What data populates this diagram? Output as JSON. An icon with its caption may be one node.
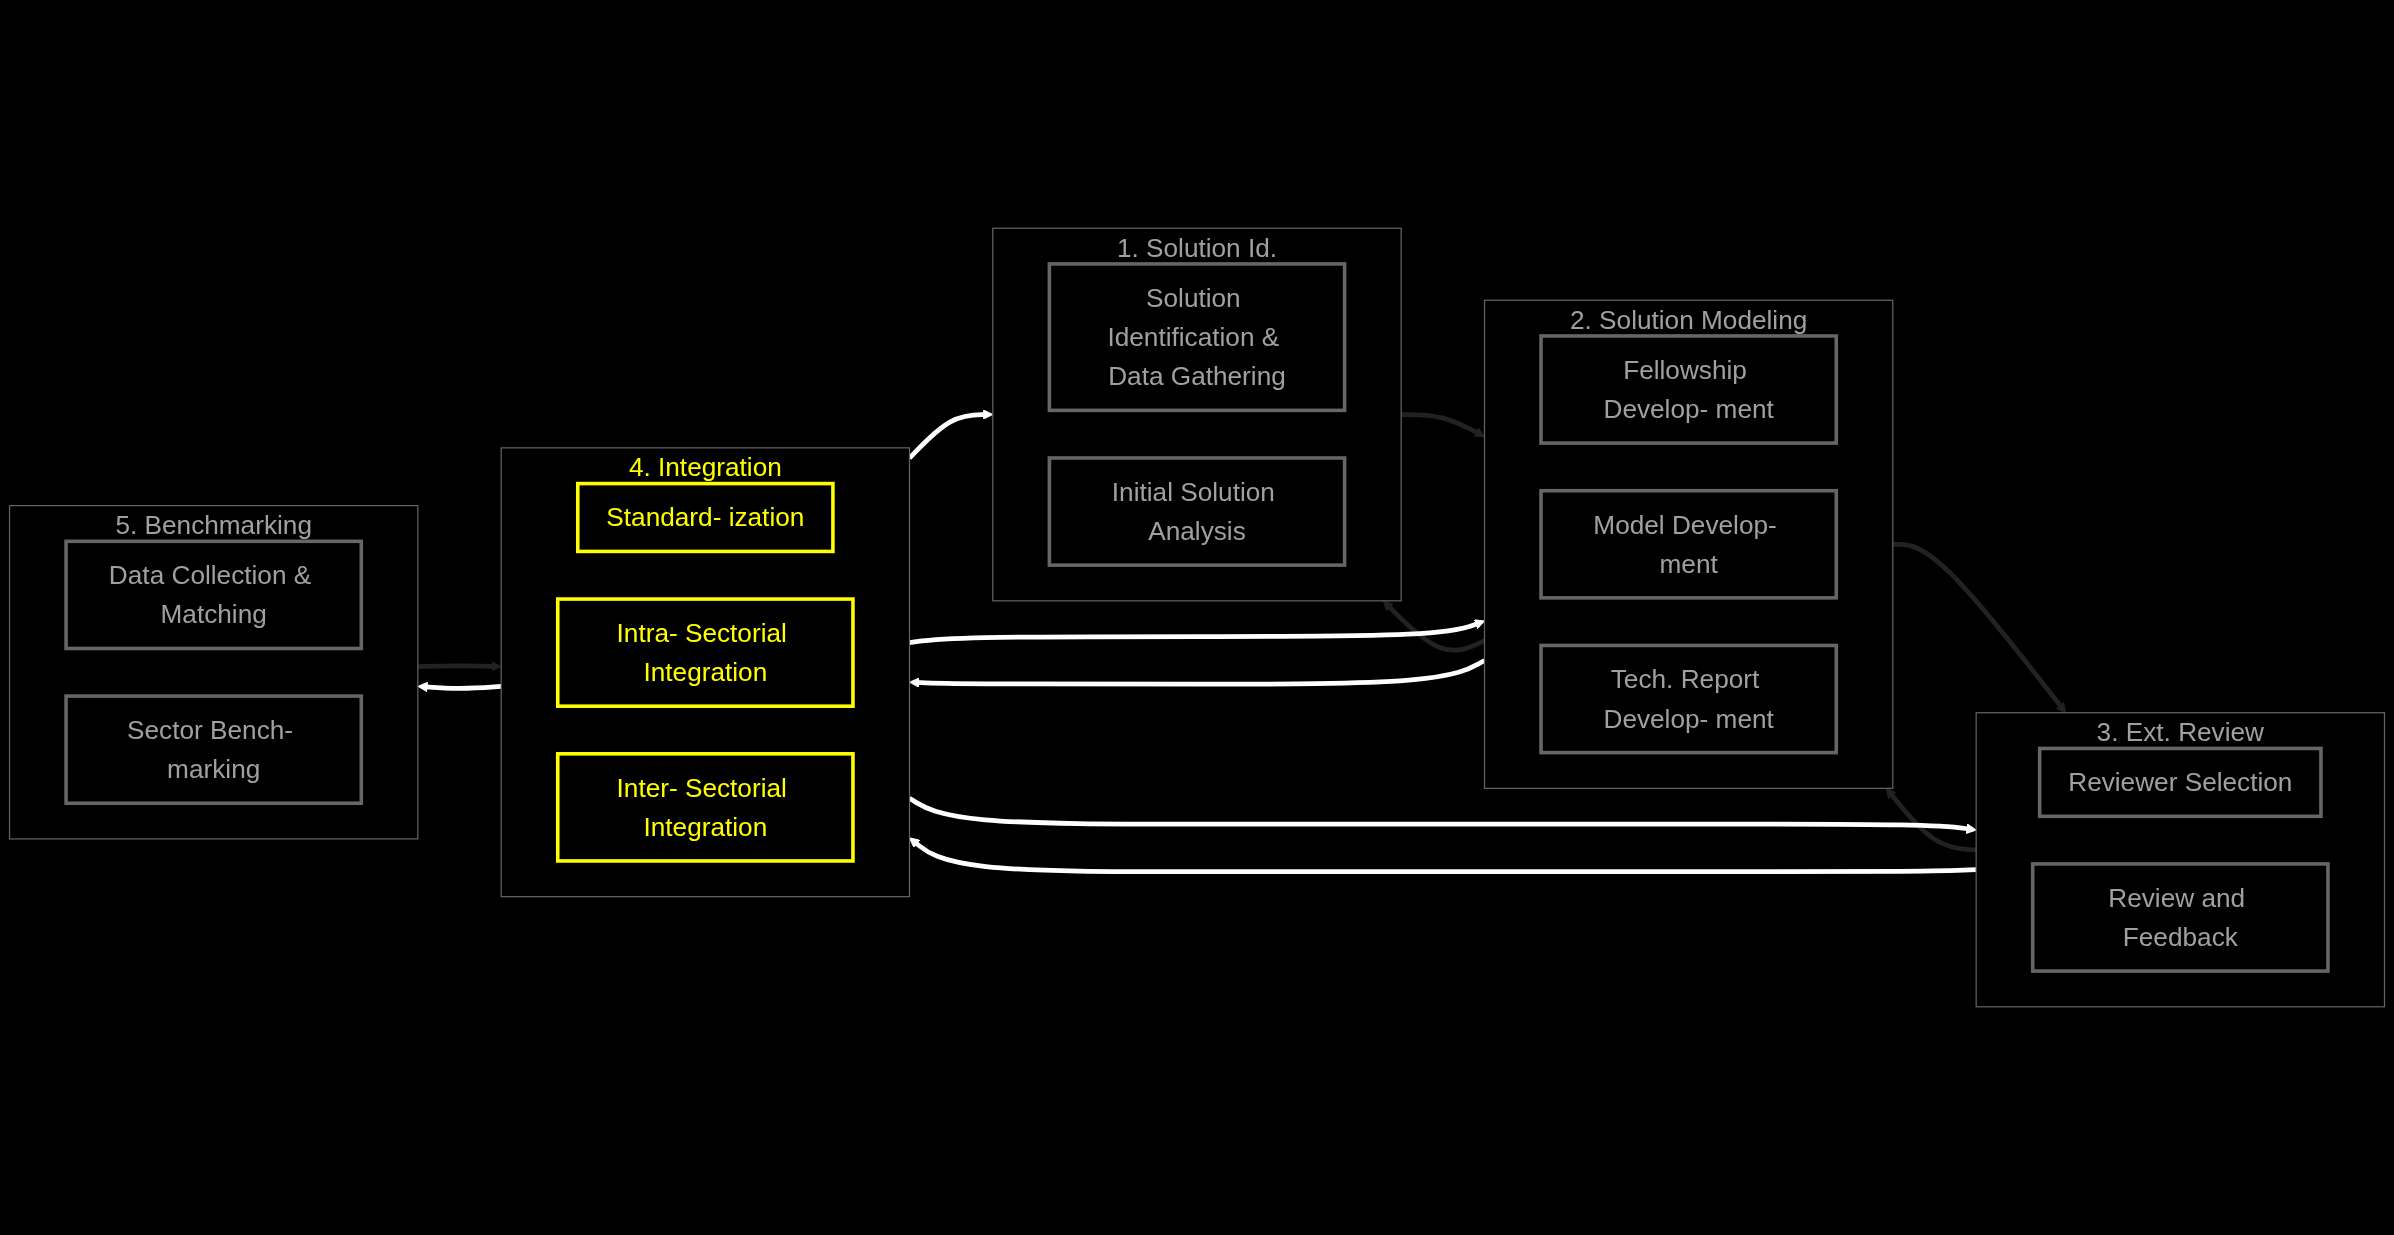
{
  "diagram": {
    "nodes": [
      {
        "text": [
          "1. Solution Id."
        ]
      },
      {
        "text": [
          "Solution Identification & Data Gathering"
        ],
        "in": 0
      },
      {
        "text": [
          "Initial Solution Analysis"
        ],
        "in": 0
      },
      {
        "text": [
          "2. Solution Modeling"
        ]
      },
      {
        "text": [
          "Fellowship Develop- ment"
        ],
        "in": 3
      },
      {
        "text": [
          "Model Develop- ment"
        ],
        "in": 3
      },
      {
        "text": [
          "Tech. Report Develop- ment"
        ],
        "in": 3
      },
      {
        "text": [
          "3. Ext. Review"
        ]
      },
      {
        "text": [
          "Reviewer Selection"
        ],
        "in": 7
      },
      {
        "text": [
          "Review and Feedback"
        ],
        "in": 7
      },
      {
        "text": [
          "4. Integration"
        ]
      },
      {
        "text": [
          "Standard- ization"
        ],
        "in": 10
      },
      {
        "text": [
          "Intra- Sectorial Integration"
        ],
        "in": 10
      },
      {
        "text": [
          "Inter- Sectorial Integration"
        ],
        "in": 10
      },
      {
        "text": [
          "5. Benchmarking"
        ]
      },
      {
        "text": [
          "Data Collection & Matching"
        ],
        "in": 14
      },
      {
        "text": [
          "Sector Bench- marking"
        ],
        "in": 14
      }
    ],
    "edges": [
      {
        "from": 0,
        "to": 3,
        "arrow": "to",
        "color": "#222222"
      },
      {
        "from": 3,
        "to": 0,
        "arrow": "to",
        "color": "#222222"
      },
      {
        "from": 3,
        "to": 7,
        "arrow": "to",
        "color": "#222222"
      },
      {
        "from": 7,
        "to": 3,
        "arrow": "to",
        "color": "#222222"
      },
      {
        "from": 10,
        "to": 0,
        "arrow": "to"
      },
      {
        "from": 10,
        "to": 3,
        "arrow": "to"
      },
      {
        "from": 3,
        "to": 10,
        "arrow": "to"
      },
      {
        "from": 10,
        "to": 7,
        "arrow": "to"
      },
      {
        "from": 7,
        "to": 10,
        "arrow": "to"
      },
      {
        "from": 10,
        "to": 14,
        "arrow": "to"
      },
      {
        "from": 14,
        "to": 10,
        "arrow": "to",
        "color": "#222222"
      }
    ]
  }
}
